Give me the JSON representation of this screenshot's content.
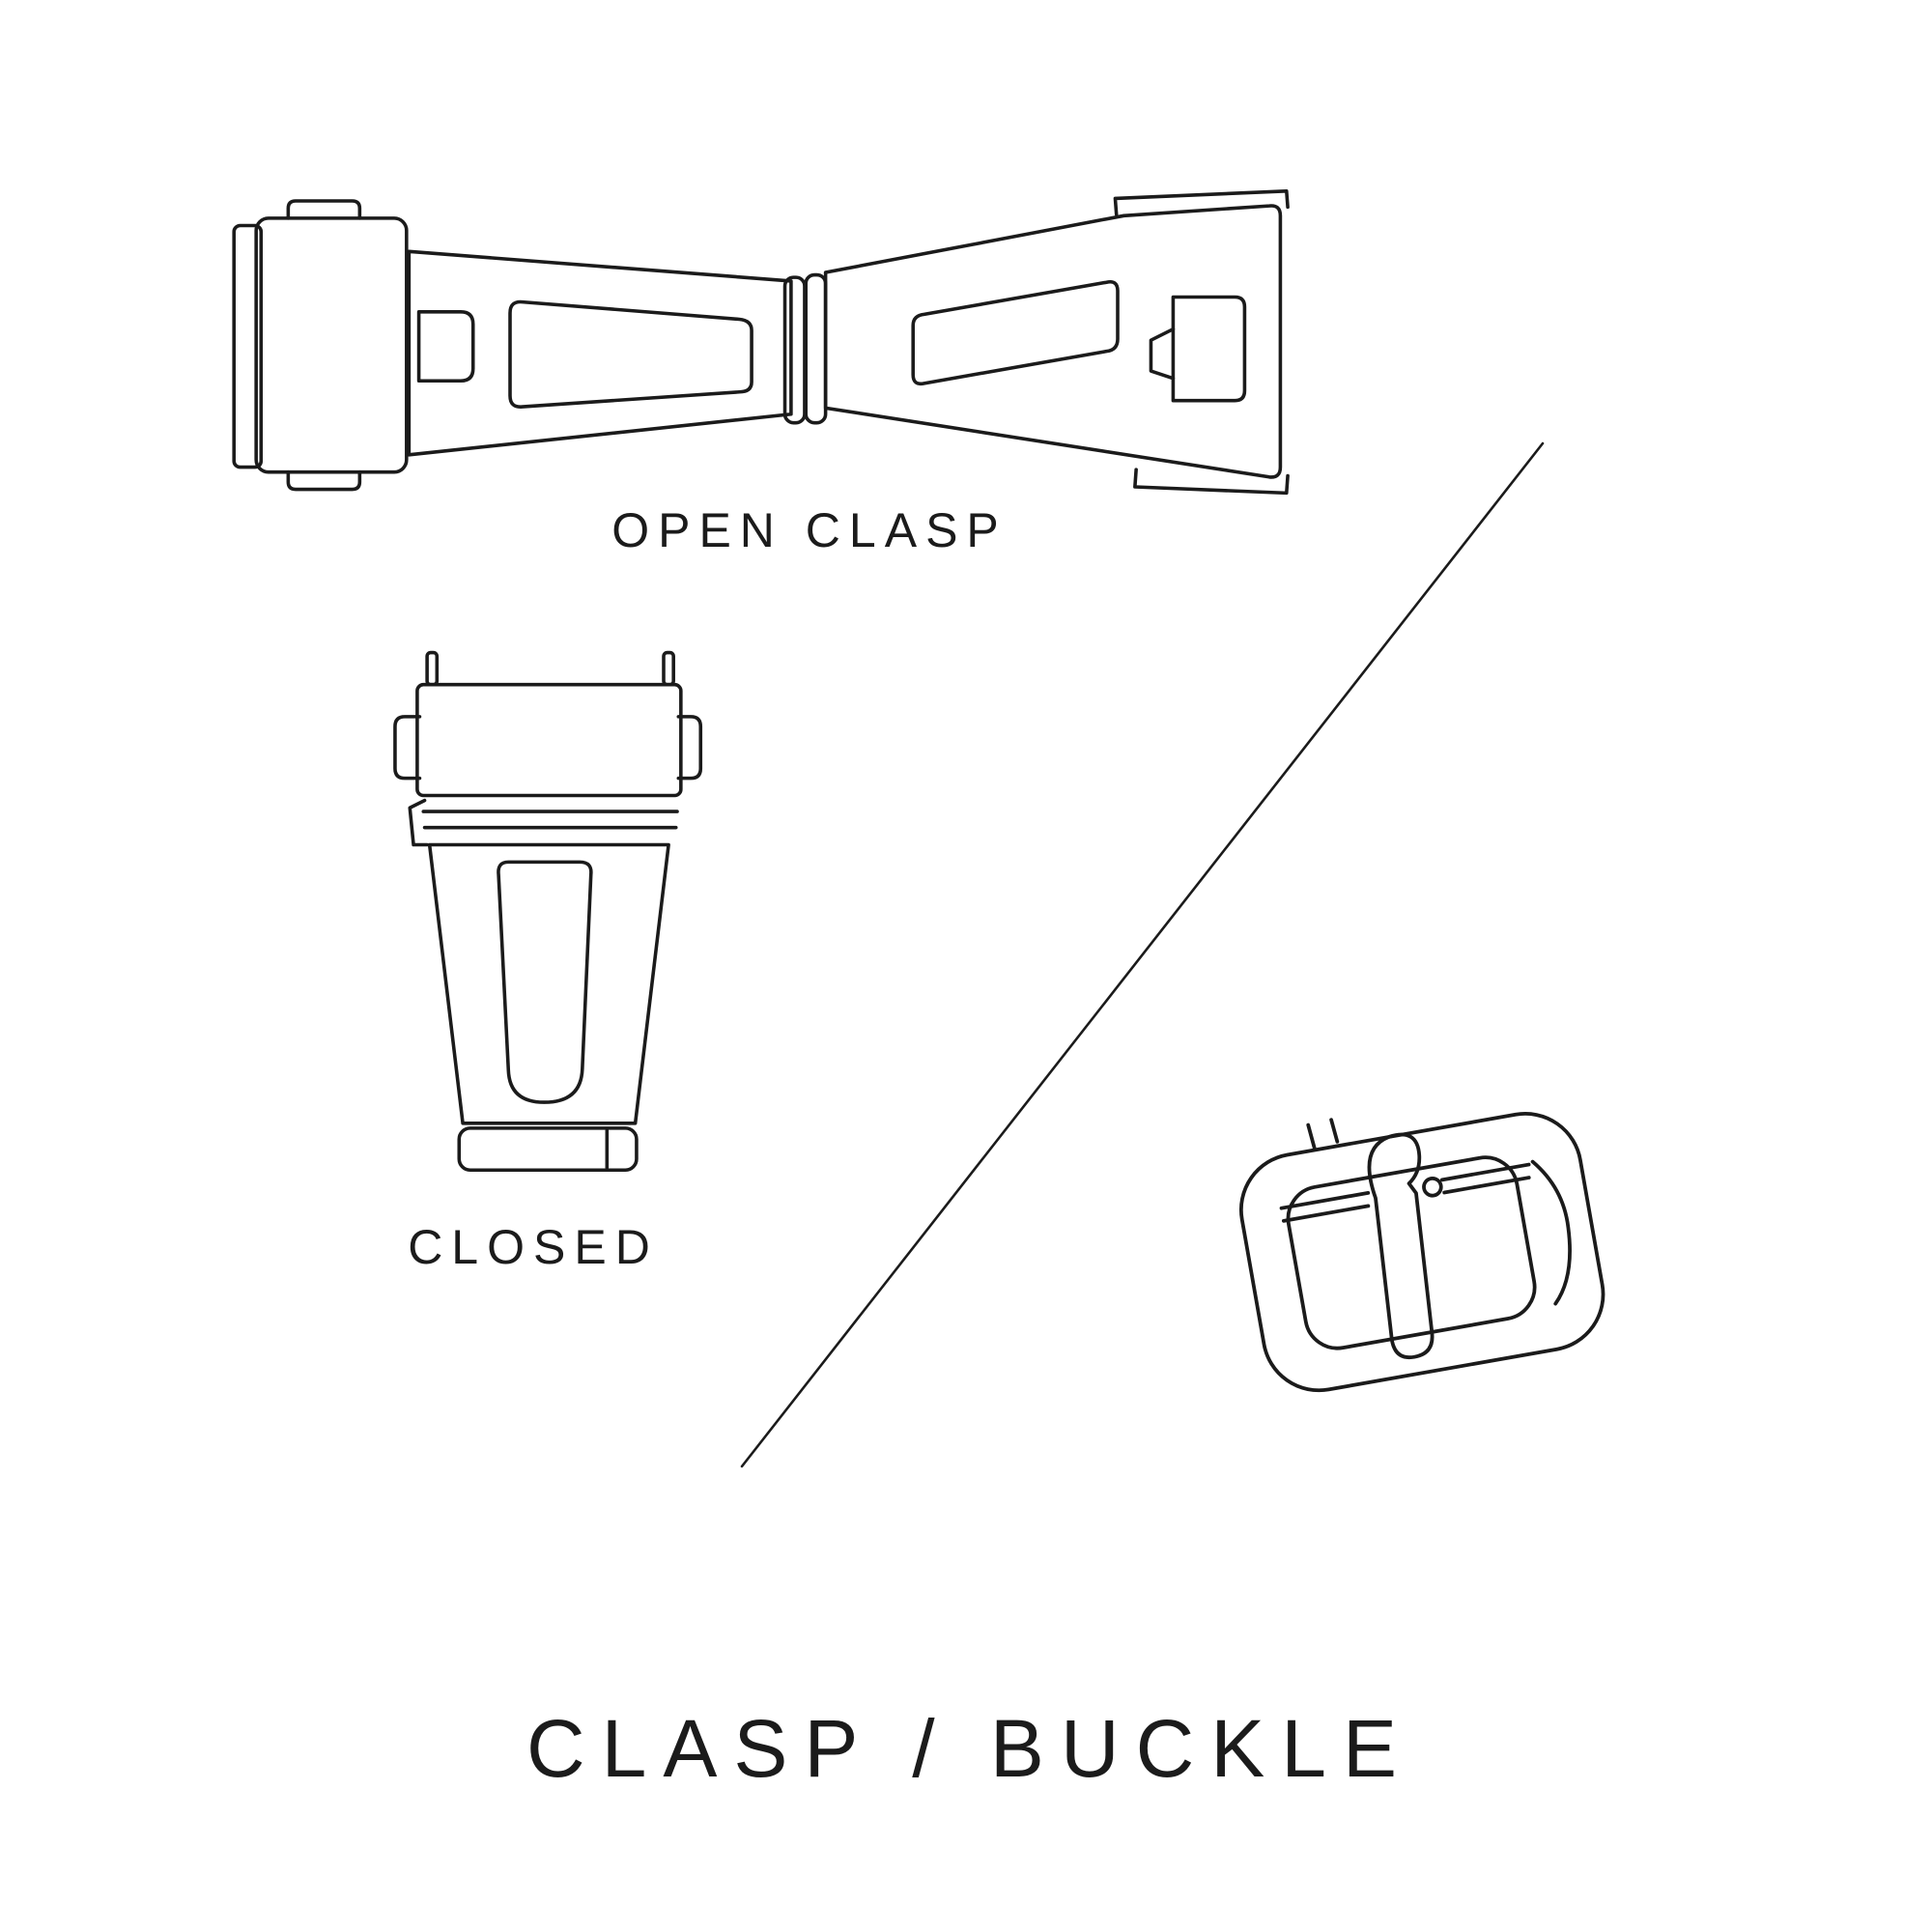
{
  "page": {
    "title": "CLASP / BUCKLE",
    "background_color": "#ffffff",
    "line_color": "#1b1b1b",
    "text_color": "#1b1b1b"
  },
  "figures": {
    "open_clasp": {
      "icon": "open-clasp-illustration",
      "label": "OPEN CLASP"
    },
    "closed_clasp": {
      "icon": "closed-clasp-illustration",
      "label": "CLOSED"
    },
    "buckle": {
      "icon": "pin-buckle-illustration",
      "label": ""
    }
  },
  "divider": {
    "type": "diagonal-line"
  }
}
